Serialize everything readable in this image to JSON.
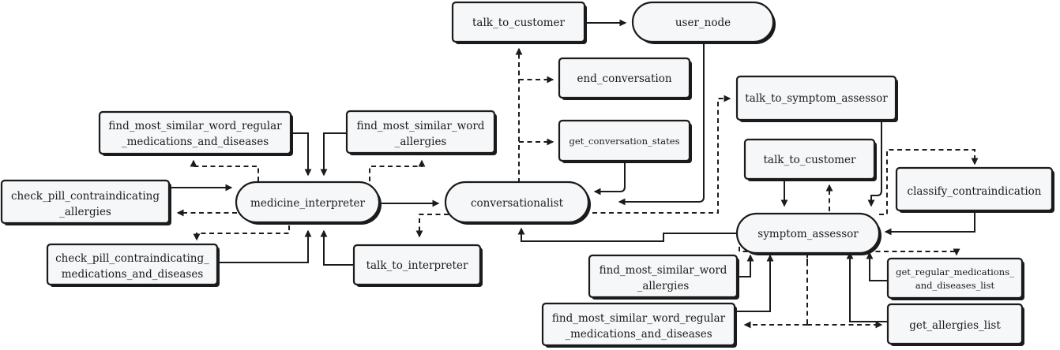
{
  "nodes": {
    "talk_to_customer_top": "talk_to_customer",
    "user_node": "user_node",
    "end_conversation": "end_conversation",
    "get_conversation_states": "get_conversation_states",
    "talk_to_symptom_assessor": "talk_to_symptom_assessor",
    "find_word_reg_left": [
      "find_most_similar_word_regular",
      "_medications_and_diseases"
    ],
    "find_word_allergies_left": [
      "find_most_similar_word",
      "_allergies"
    ],
    "check_pill_allergies": [
      "check_pill_contraindicating",
      "_allergies"
    ],
    "medicine_interpreter": "medicine_interpreter",
    "conversationalist": "conversationalist",
    "check_pill_reg": [
      "check_pill_contraindicating_",
      "medications_and_diseases"
    ],
    "talk_to_interpreter": "talk_to_interpreter",
    "talk_to_customer_right": "talk_to_customer",
    "classify_contraindication": "classify_contraindication",
    "symptom_assessor": "symptom_assessor",
    "find_word_allergies_right": [
      "find_most_similar_word",
      "_allergies"
    ],
    "get_regular_medications": [
      "get_regular_medications_",
      "and_diseases_list"
    ],
    "find_word_reg_right": [
      "find_most_similar_word_regular",
      "_medications_and_diseases"
    ],
    "get_allergies_list": "get_allergies_list"
  }
}
